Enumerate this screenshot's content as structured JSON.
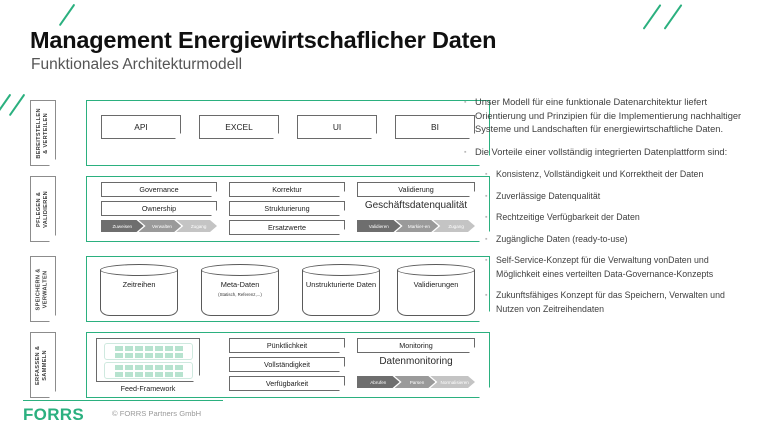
{
  "header": {
    "title": "Management Energiewirtschaflicher Daten",
    "subtitle": "Funktionales Architekturmodell"
  },
  "theme": {
    "accent": "#2bb07f",
    "box_border": "#6a6a6a",
    "chev_dark": "#6e6e6e",
    "chev_mid": "#9a9a9a",
    "chev_light": "#c4c4c4"
  },
  "rows": [
    {
      "tag": {
        "line1": "BEREITSTELLEN",
        "line2": "& VERTEILEN"
      },
      "boxes": [
        {
          "label": "API"
        },
        {
          "label": "EXCEL"
        },
        {
          "label": "UI"
        },
        {
          "label": "BI"
        }
      ]
    },
    {
      "tag": {
        "line1": "PFLEGEN &",
        "line2": "VALIDIEREN"
      },
      "col1": [
        "Governance",
        "Ownership"
      ],
      "col1_chevrons": [
        "Zuweisen",
        "Verwalten",
        "Zugang"
      ],
      "col2": [
        "Korrektur",
        "Strukturierung",
        "Ersatzwerte"
      ],
      "col3_box": "Validierung",
      "col3_heading": "Geschäftsdatenqualität",
      "col3_chevrons": [
        "Validieren",
        "Markier-en",
        "Zugang"
      ]
    },
    {
      "tag": {
        "line1": "SPEICHERN &",
        "line2": "VERWALTEN"
      },
      "cylinders": [
        {
          "label": "Zeitreihen",
          "sub": ""
        },
        {
          "label": "Meta-Daten",
          "sub": "(Statisch, Referenz,...)"
        },
        {
          "label": "Unstrukturierte Daten",
          "sub": ""
        },
        {
          "label": "Validierungen",
          "sub": ""
        }
      ]
    },
    {
      "tag": {
        "line1": "ERFASSEN &",
        "line2": "SAMMELN"
      },
      "feed_label": "Feed-Framework",
      "col2": [
        "Pünktlichkeit",
        "Vollständigkeit",
        "Verfügbarkeit"
      ],
      "col3_box": "Monitoring",
      "col3_heading": "Datenmonitoring",
      "col3_chevrons": [
        "Abrufen",
        "Parsen",
        "Normalisieren"
      ]
    }
  ],
  "bullets": [
    {
      "text": "Unser Modell für eine funktionale Datenarchitektur liefert Orientierung und Prinzipien für die Implementierung nachhaltiger Systeme und Landschaften für energiewirtschaftliche Daten."
    },
    {
      "text": "Die Vorteile einer vollständig integrierten Datenplattform sind:"
    }
  ],
  "sub_bullets": [
    {
      "text": "Konsistenz, Vollständigkeit und Korrektheit der Daten"
    },
    {
      "text": "Zuverlässige Datenqualität"
    },
    {
      "text": "Rechtzeitige Verfügbarkeit der Daten"
    },
    {
      "text": "Zugängliche Daten (ready-to-use)"
    },
    {
      "text": "Self-Service-Konzept für die Verwaltung vonDaten und Möglichkeit eines verteilten Data-Governance-Konzepts"
    },
    {
      "text": "Zukunftsfähiges Konzept für das Speichern, Verwalten und Nutzen von Zeitreihendaten"
    }
  ],
  "footer": {
    "logo": "FORRS",
    "copyright": "© FORRS Partners GmbH"
  }
}
